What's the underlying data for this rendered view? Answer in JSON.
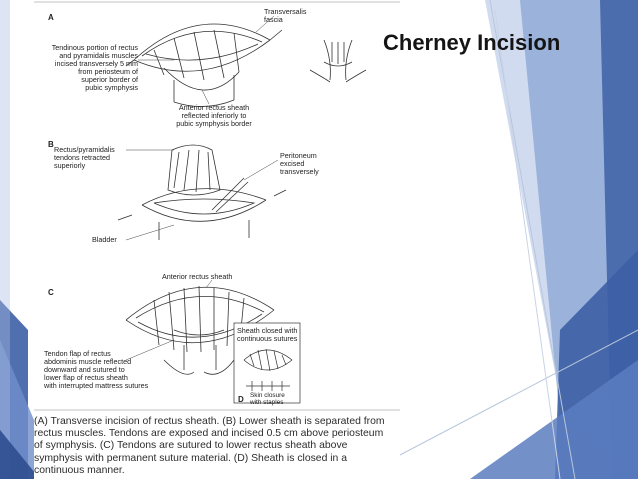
{
  "slide": {
    "title": "Cherney Incision",
    "theme_colors": {
      "accent_dark": "#3d5fa5",
      "accent_mid": "#6f8fcb",
      "accent_light": "#a9bde3",
      "line": "#b8c6dc"
    }
  },
  "figure": {
    "panels": [
      "A",
      "B",
      "C",
      "D"
    ],
    "labels": {
      "a_transversalis": "Transversalis\nfascia",
      "a_tendinous": "Tendinous portion of rectus\nand pyramidalis muscles\nincised transversely 5 mm\nfrom periosteum of\nsuperior border of\npubic symphysis",
      "a_anterior_sheath": "Anterior rectus sheath\nreflected inferiorly to\npubic symphysis border",
      "b_tendons": "Rectus/pyramidalis\ntendons retracted\nsuperiorly",
      "b_peritoneum": "Peritoneum\nexcised\ntransversely",
      "b_bladder": "Bladder",
      "c_anterior_sheath": "Anterior rectus sheath",
      "c_tendon_flap": "Tendon flap of rectus\nabdominis muscle reflected\ndownward and sutured to\nlower flap of rectus sheath\nwith interrupted mattress sutures",
      "d_sheath_closed": "Sheath closed with\ncontinuous sutures",
      "d_skin_closure": "Skin closure\nwith staples"
    },
    "caption_lines": [
      "(A) Transverse incision of rectus sheath. (B) Lower sheath is separated from",
      "rectus muscles. Tendons are exposed and incised 0.5 cm above periosteum",
      "of symphysis. (C) Tendons are sutured to lower rectus sheath above",
      "symphysis with permanent suture material. (D) Sheath is closed in a",
      "continuous manner."
    ]
  }
}
